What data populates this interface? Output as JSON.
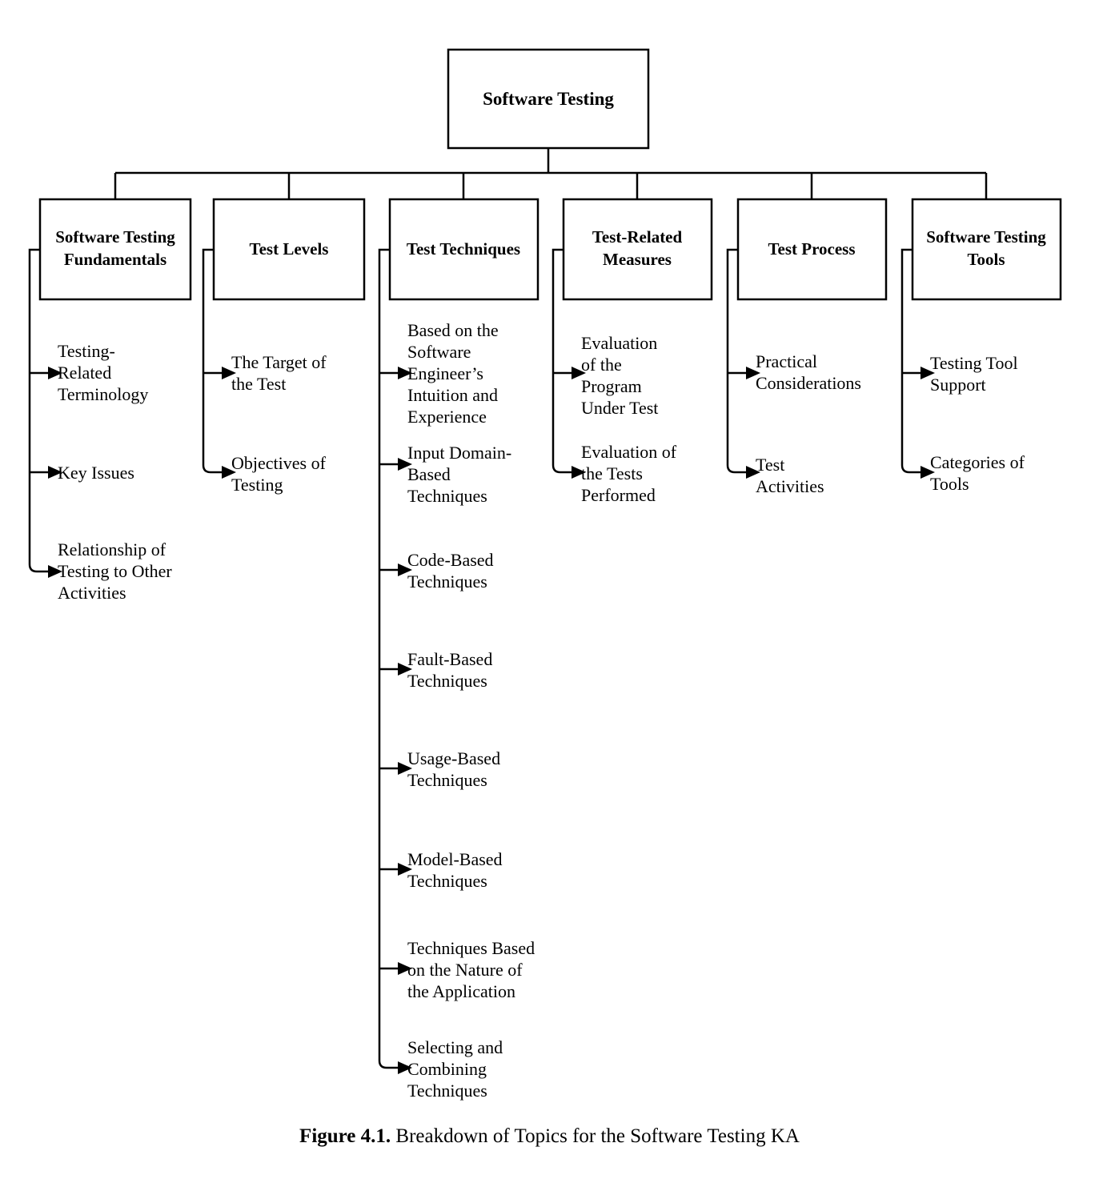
{
  "figure": {
    "root": {
      "label": "Software Testing"
    },
    "caption_bold": "Figure 4.1.",
    "caption_rest": " Breakdown of Topics for the Software Testing KA",
    "colors": {
      "background": "#ffffff",
      "line": "#000000",
      "text": "#000000"
    },
    "columns": [
      {
        "title": "Software Testing Fundamentals",
        "title_lines": [
          "Software Testing",
          "Fundamentals"
        ],
        "items": [
          {
            "text": "Testing-Related Terminology",
            "lines": [
              "Testing-",
              "Related",
              "Terminology"
            ]
          },
          {
            "text": "Key Issues",
            "lines": [
              "Key Issues"
            ]
          },
          {
            "text": "Relationship of Testing to Other Activities",
            "lines": [
              "Relationship of",
              "Testing to Other",
              "Activities"
            ]
          }
        ]
      },
      {
        "title": "Test Levels",
        "title_lines": [
          "Test Levels"
        ],
        "items": [
          {
            "text": "The Target of the Test",
            "lines": [
              "The Target of",
              "the Test"
            ]
          },
          {
            "text": "Objectives of Testing",
            "lines": [
              "Objectives of",
              "Testing"
            ]
          }
        ]
      },
      {
        "title": "Test Techniques",
        "title_lines": [
          "Test Techniques"
        ],
        "items": [
          {
            "text": "Based on the Software Engineer’s Intuition and Experience",
            "lines": [
              "Based on the",
              "Software",
              "Engineer’s",
              "Intuition and",
              "Experience"
            ]
          },
          {
            "text": "Input Domain-Based Techniques",
            "lines": [
              "Input Domain-",
              "Based",
              "Techniques"
            ]
          },
          {
            "text": "Code-Based Techniques",
            "lines": [
              "Code-Based",
              "Techniques"
            ]
          },
          {
            "text": "Fault-Based Techniques",
            "lines": [
              "Fault-Based",
              "Techniques"
            ]
          },
          {
            "text": "Usage-Based Techniques",
            "lines": [
              "Usage-Based",
              "Techniques"
            ]
          },
          {
            "text": "Model-Based Techniques",
            "lines": [
              "Model-Based",
              "Techniques"
            ]
          },
          {
            "text": "Techniques Based on the Nature of the Application",
            "lines": [
              "Techniques Based",
              "on the Nature of",
              "the Application"
            ]
          },
          {
            "text": "Selecting and Combining Techniques",
            "lines": [
              "Selecting and",
              "Combining",
              "Techniques"
            ]
          }
        ]
      },
      {
        "title": "Test-Related Measures",
        "title_lines": [
          "Test-Related",
          "Measures"
        ],
        "items": [
          {
            "text": "Evaluation of the Program Under Test",
            "lines": [
              "Evaluation",
              "of the",
              "Program",
              "Under Test"
            ]
          },
          {
            "text": "Evaluation of the Tests Performed",
            "lines": [
              "Evaluation of",
              "the Tests",
              "Performed"
            ]
          }
        ]
      },
      {
        "title": "Test Process",
        "title_lines": [
          "Test Process"
        ],
        "items": [
          {
            "text": "Practical Considerations",
            "lines": [
              "Practical",
              "Considerations"
            ]
          },
          {
            "text": "Test Activities",
            "lines": [
              "Test",
              "Activities"
            ]
          }
        ]
      },
      {
        "title": "Software Testing Tools",
        "title_lines": [
          "Software Testing",
          "Tools"
        ],
        "items": [
          {
            "text": "Testing Tool Support",
            "lines": [
              "Testing Tool",
              "Support"
            ]
          },
          {
            "text": "Categories of Tools",
            "lines": [
              "Categories of",
              "Tools"
            ]
          }
        ]
      }
    ]
  }
}
